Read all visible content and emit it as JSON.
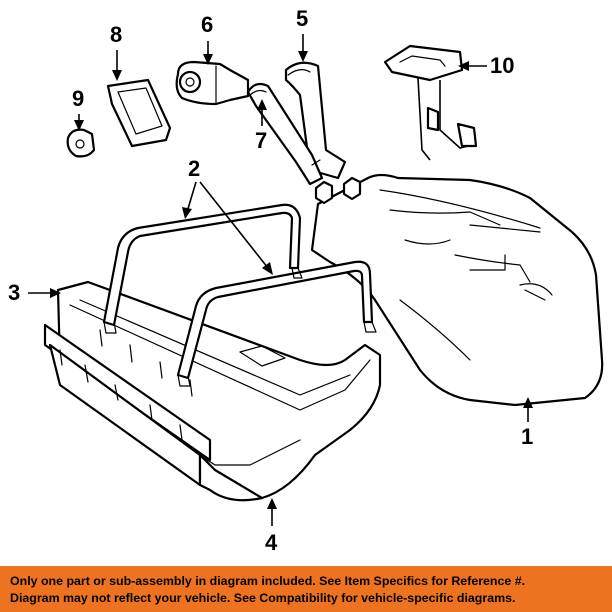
{
  "callouts": {
    "c1": "1",
    "c2": "2",
    "c3": "3",
    "c4": "4",
    "c5": "5",
    "c6": "6",
    "c7": "7",
    "c8": "8",
    "c9": "9",
    "c10": "10"
  },
  "footer": {
    "line1": "Only one part or sub-assembly in diagram included. See Item Specifics for Reference #.",
    "line2": "Diagram may not reflect your vehicle. See Compatibility for vehicle-specific diagrams."
  },
  "colors": {
    "footer_bg": "#ee7320",
    "line": "#000000"
  }
}
